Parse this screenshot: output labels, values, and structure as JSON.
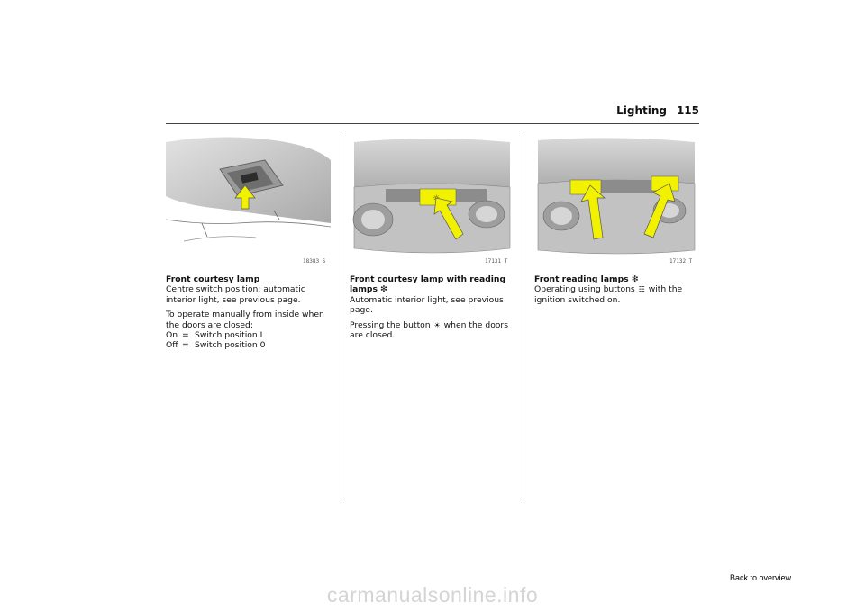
{
  "header": {
    "section": "Lighting",
    "page_number": "115"
  },
  "figures": [
    {
      "code": "18383 S",
      "arrow_color": "#f2f200",
      "highlight_color": "#f2f200"
    },
    {
      "code": "17131 T",
      "arrow_color": "#f2f200",
      "highlight_color": "#f2f200"
    },
    {
      "code": "17132 T",
      "arrow_color": "#f2f200",
      "highlight_color": "#f2f200"
    }
  ],
  "columns": {
    "left": {
      "heading": "Front courtesy lamp",
      "para1": "Centre switch position: automatic interior light, see previous page.",
      "para2": "To operate manually from inside when the doors are closed:",
      "defs": [
        {
          "key": "On",
          "sep": "=",
          "value": "Switch position I"
        },
        {
          "key": "Off",
          "sep": "=",
          "value": "Switch position 0"
        }
      ]
    },
    "middle": {
      "heading": "Front courtesy lamp with reading lamps",
      "heading_symbol": "❇",
      "para1": "Automatic interior light, see previous page.",
      "para2_before": "Pressing the button",
      "para2_icon": "courtesy-lamp-button-icon",
      "para2_after": "when the doors are closed."
    },
    "right": {
      "heading": "Front reading lamps",
      "heading_symbol": "❇",
      "para1_before": "Operating using buttons",
      "para1_icon": "reading-lamp-button-icon",
      "para1_after": "with the ignition switched on."
    }
  },
  "footer": {
    "back_link": "Back to overview",
    "watermark": "carmanualsonline.info"
  }
}
